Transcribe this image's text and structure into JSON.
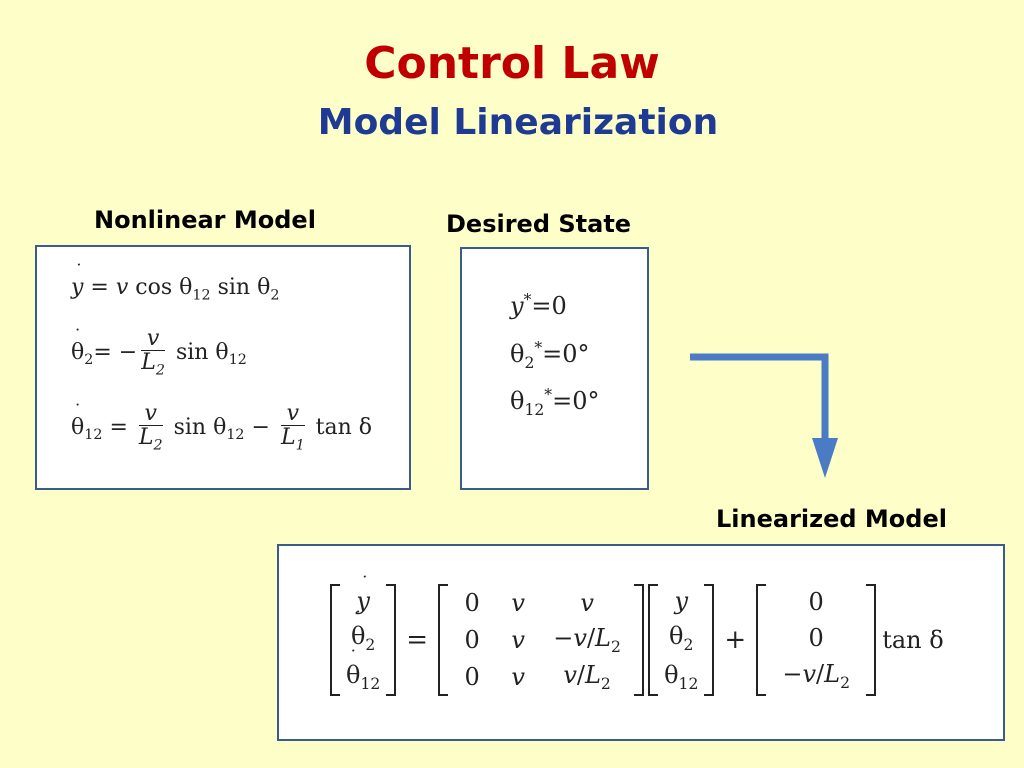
{
  "slide": {
    "title": "Control Law",
    "subtitle": "Model Linearization",
    "colors": {
      "background": "#fefec8",
      "title": "#c00000",
      "subtitle": "#1f3a93",
      "box_border": "#3a5c8a",
      "arrow": "#4a7bc4"
    }
  },
  "nonlinear": {
    "label": "Nonlinear Model"
  },
  "desired": {
    "label": "Desired State"
  },
  "linearized": {
    "label": "Linearized Model"
  },
  "arrow": {
    "icon": "elbow-arrow-down-icon"
  }
}
